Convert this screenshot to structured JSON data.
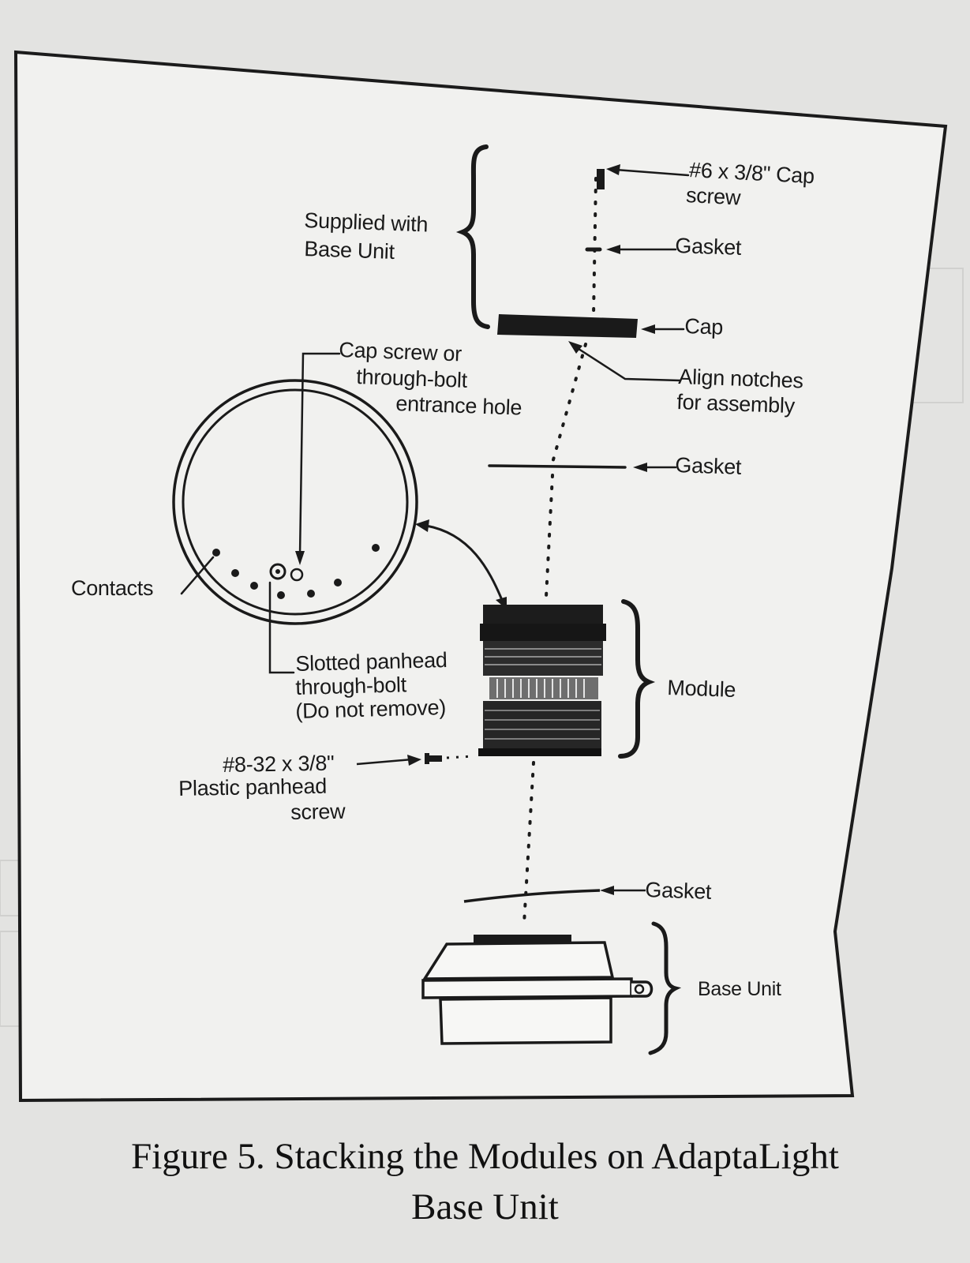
{
  "diagram": {
    "labels": {
      "cap_screw": [
        "#6 x 3/8\" Cap",
        "screw"
      ],
      "supplied_with": [
        "Supplied with",
        "Base Unit"
      ],
      "gasket_top": "Gasket",
      "cap": "Cap",
      "align_notches": [
        "Align notches",
        "for assembly"
      ],
      "entrance_hole": [
        "Cap screw or",
        "through-bolt",
        "entrance hole"
      ],
      "gasket_middle": "Gasket",
      "contacts": "Contacts",
      "module": "Module",
      "through_bolt": [
        "Slotted panhead",
        "through-bolt",
        "(Do not remove)"
      ],
      "plastic_screw": [
        "#8-32 x 3/8\"",
        "Plastic panhead",
        "screw"
      ],
      "gasket_bottom": "Gasket",
      "base_unit": "Base Unit"
    },
    "caption": [
      "Figure 5.  Stacking the Modules on AdaptaLight",
      "Base Unit"
    ]
  },
  "colors": {
    "paper": "#f1f1ef",
    "ink": "#1a1a1a",
    "background": "#e6e6e4"
  }
}
